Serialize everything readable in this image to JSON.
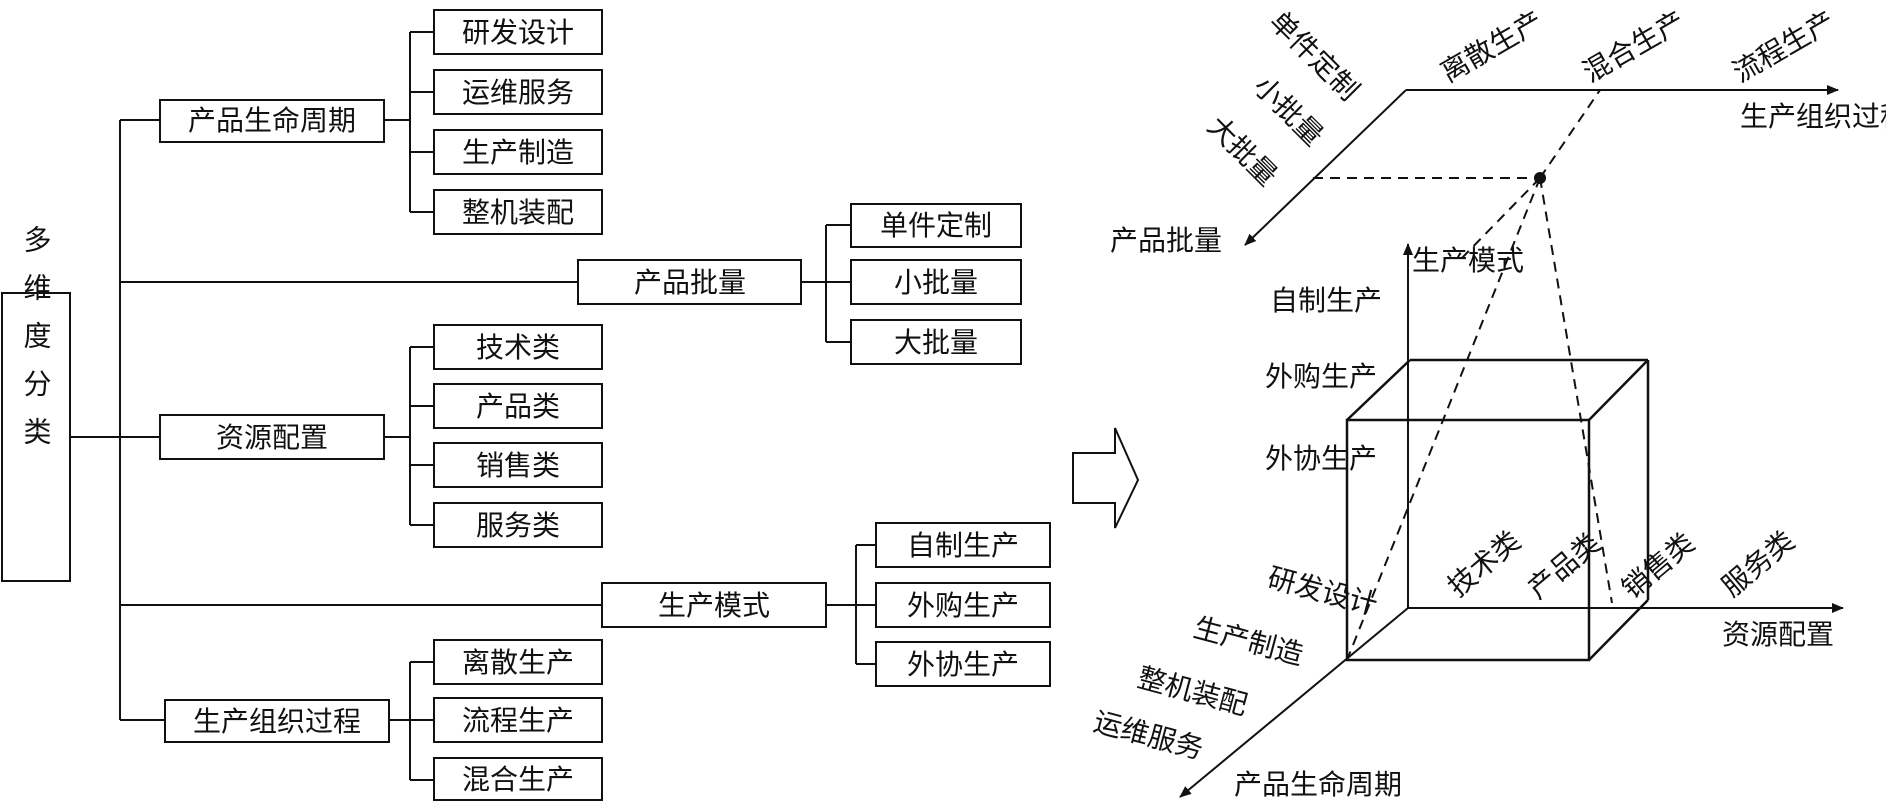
{
  "tree": {
    "root": "多维度分类",
    "groups": [
      {
        "label": "产品生命周期",
        "children": [
          "研发设计",
          "运维服务",
          "生产制造",
          "整机装配"
        ]
      },
      {
        "label": "产品批量",
        "children": [
          "单件定制",
          "小批量",
          "大批量"
        ]
      },
      {
        "label": "资源配置",
        "children": [
          "技术类",
          "产品类",
          "销售类",
          "服务类"
        ]
      },
      {
        "label": "生产模式",
        "children": [
          "自制生产",
          "外购生产",
          "外协生产"
        ]
      },
      {
        "label": "生产组织过程",
        "children": [
          "离散生产",
          "流程生产",
          "混合生产"
        ]
      }
    ]
  },
  "cube": {
    "axis_org": {
      "title": "生产组织过程",
      "ticks": [
        "离散生产",
        "混合生产",
        "流程生产"
      ]
    },
    "axis_batch": {
      "title": "产品批量",
      "ticks": [
        "单件定制",
        "小批量",
        "大批量"
      ]
    },
    "axis_mode": {
      "title": "生产模式",
      "ticks": [
        "自制生产",
        "外购生产",
        "外协生产"
      ]
    },
    "axis_resource": {
      "title": "资源配置",
      "ticks": [
        "技术类",
        "产品类",
        "销售类",
        "服务类"
      ]
    },
    "axis_lifecycle": {
      "title": "产品生命周期",
      "ticks": [
        "研发设计",
        "生产制造",
        "整机装配",
        "运维服务"
      ]
    }
  }
}
